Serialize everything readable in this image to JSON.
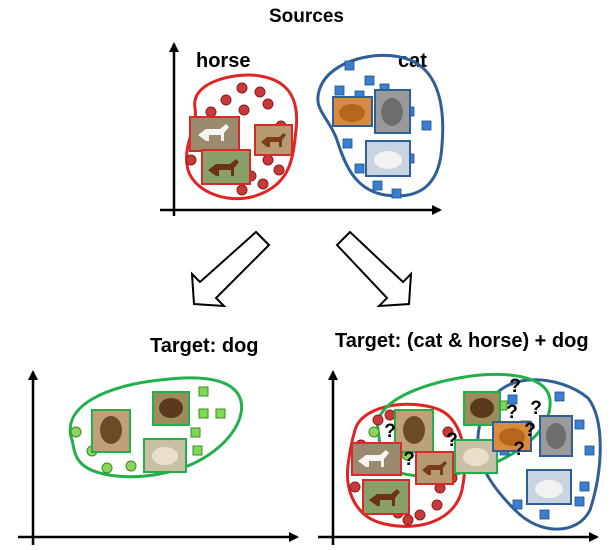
{
  "labels": {
    "sources_title": "Sources",
    "horse": "horse",
    "cat": "cat",
    "target_dog": "Target: dog",
    "target_mix": "Target: (cat & horse) + dog"
  },
  "colors": {
    "horse": "#d92a2a",
    "cat": "#2f5f96",
    "dog": "#22b04b",
    "dog_fill": "#8dd35f",
    "cat_fill": "#4a8ad6",
    "horse_fill": "#c83a3a"
  },
  "unknown_mark": "?"
}
